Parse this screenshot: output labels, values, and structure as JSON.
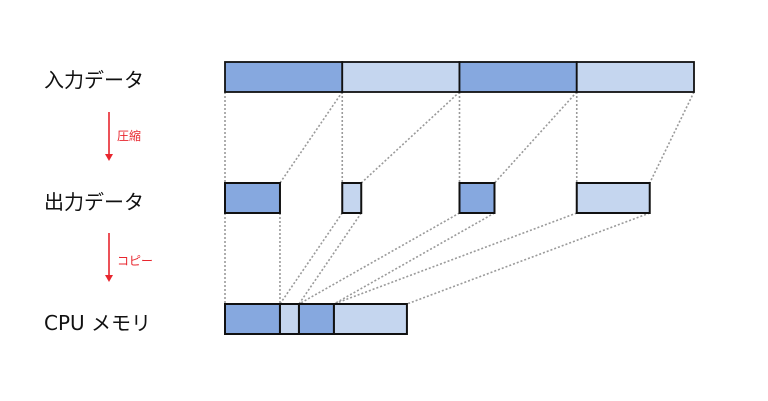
{
  "labels": {
    "input": "入力データ",
    "output": "出力データ",
    "cpu": "CPU メモリ"
  },
  "steps": [
    {
      "label": "圧縮"
    },
    {
      "label": "コピー"
    }
  ],
  "colors": {
    "dark_block": "#86a8df",
    "light_block": "#c5d6ef",
    "border": "#111111",
    "connector": "#9a9a9a",
    "arrow": "#e8262e"
  },
  "blocks": [
    {
      "tone": "dark",
      "input_share": 0.25,
      "output_share": 0.1172
    },
    {
      "tone": "light",
      "input_share": 0.25,
      "output_share": 0.0405
    },
    {
      "tone": "dark",
      "input_share": 0.25,
      "output_share": 0.0746
    },
    {
      "tone": "light",
      "input_share": 0.25,
      "output_share": 0.1556
    }
  ]
}
